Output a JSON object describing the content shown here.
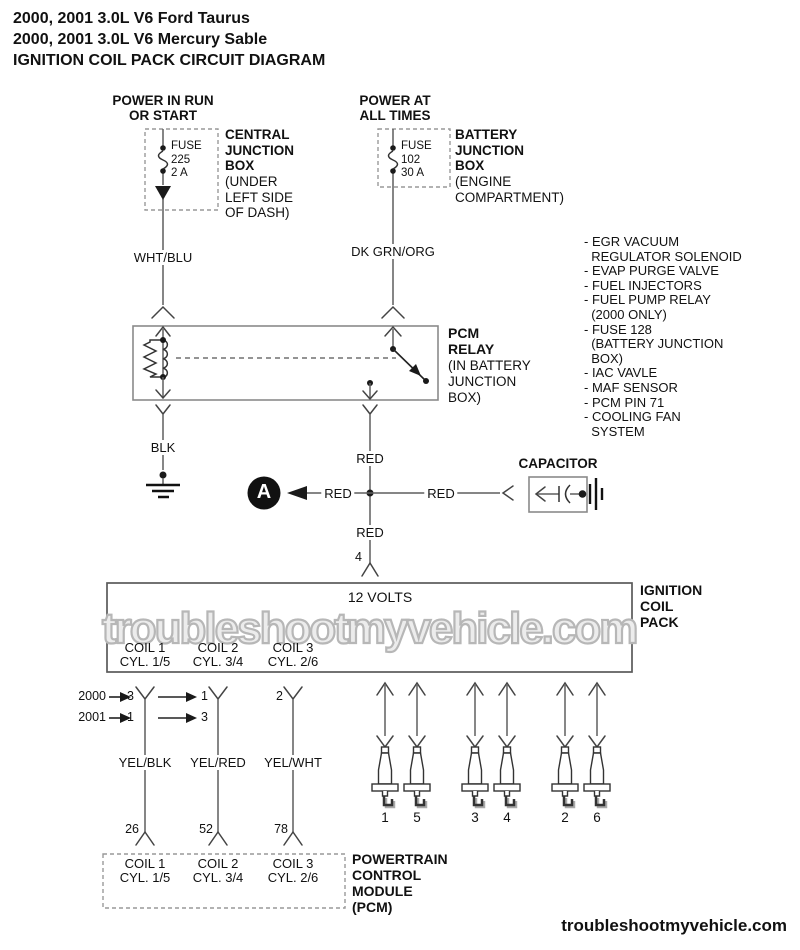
{
  "title": {
    "vehicle1": "2000, 2001 3.0L V6 Ford Taurus",
    "vehicle2": "2000, 2001 3.0L V6 Mercury Sable",
    "diagram": "IGNITION COIL PACK CIRCUIT DIAGRAM"
  },
  "power_sources": {
    "left": {
      "feed": "POWER IN RUN\nOR START",
      "fuse": "FUSE\n225\n2 A",
      "box": "CENTRAL\nJUNCTION\nBOX",
      "location": "(UNDER\nLEFT SIDE\nOF DASH)",
      "wire_color": "WHT/BLU"
    },
    "right": {
      "feed": "POWER AT\nALL TIMES",
      "fuse": "FUSE\n102\n30 A",
      "box": "BATTERY\nJUNCTION\nBOX",
      "location": "(ENGINE\nCOMPARTMENT)",
      "wire_color": "DK GRN/ORG"
    }
  },
  "pcm_relay": {
    "name": "PCM\nRELAY",
    "location": "(IN BATTERY\nJUNCTION\nBOX)",
    "ground_wire_color": "BLK"
  },
  "circuit_a": {
    "badge": "A",
    "items": [
      "- EGR VACUUM\n  REGULATOR SOLENOID",
      "- EVAP PURGE VALVE",
      "- FUEL INJECTORS",
      "- FUEL PUMP RELAY\n  (2000 ONLY)",
      "- FUSE 128\n  (BATTERY JUNCTION\n  BOX)",
      "- IAC VAVLE",
      "- MAF SENSOR",
      "- PCM PIN 71",
      "- COOLING FAN\n  SYSTEM"
    ]
  },
  "power_wire": {
    "color_top": "RED",
    "color_left": "RED",
    "color_right": "RED",
    "color_bottom": "RED",
    "coil_pack_pin": "4"
  },
  "capacitor": {
    "label": "CAPACITOR"
  },
  "ignition_coil_pack": {
    "name": "IGNITION\nCOIL\nPACK",
    "supply": "12 VOLTS",
    "coils": [
      "COIL 1\nCYL. 1/5",
      "COIL 2\nCYL. 3/4",
      "COIL 3\nCYL. 2/6"
    ]
  },
  "coil_pins": {
    "year_rows": [
      "2000",
      "2001"
    ],
    "coil1": {
      "pin_2000": "3",
      "pin_2001": "1"
    },
    "coil2": {
      "pin_2000": "1",
      "pin_2001": "3"
    },
    "coil3": {
      "pin": "2"
    }
  },
  "coil_wires": [
    "YEL/BLK",
    "YEL/RED",
    "YEL/WHT"
  ],
  "pcm": {
    "name": "POWERTRAIN\nCONTROL\nMODULE\n(PCM)",
    "pins": [
      "26",
      "52",
      "78"
    ],
    "coils": [
      "COIL 1\nCYL. 1/5",
      "COIL 2\nCYL. 3/4",
      "COIL 3\nCYL. 2/6"
    ]
  },
  "spark_plugs": {
    "cylinders": [
      "1",
      "5",
      "3",
      "4",
      "2",
      "6"
    ]
  },
  "watermark": "troubleshootmyvehicle.com",
  "footer": "troubleshootmyvehicle.com",
  "colors": {
    "line": "#5f5f5f",
    "text": "#111111",
    "watermark_outline": "#b7b7b7"
  }
}
